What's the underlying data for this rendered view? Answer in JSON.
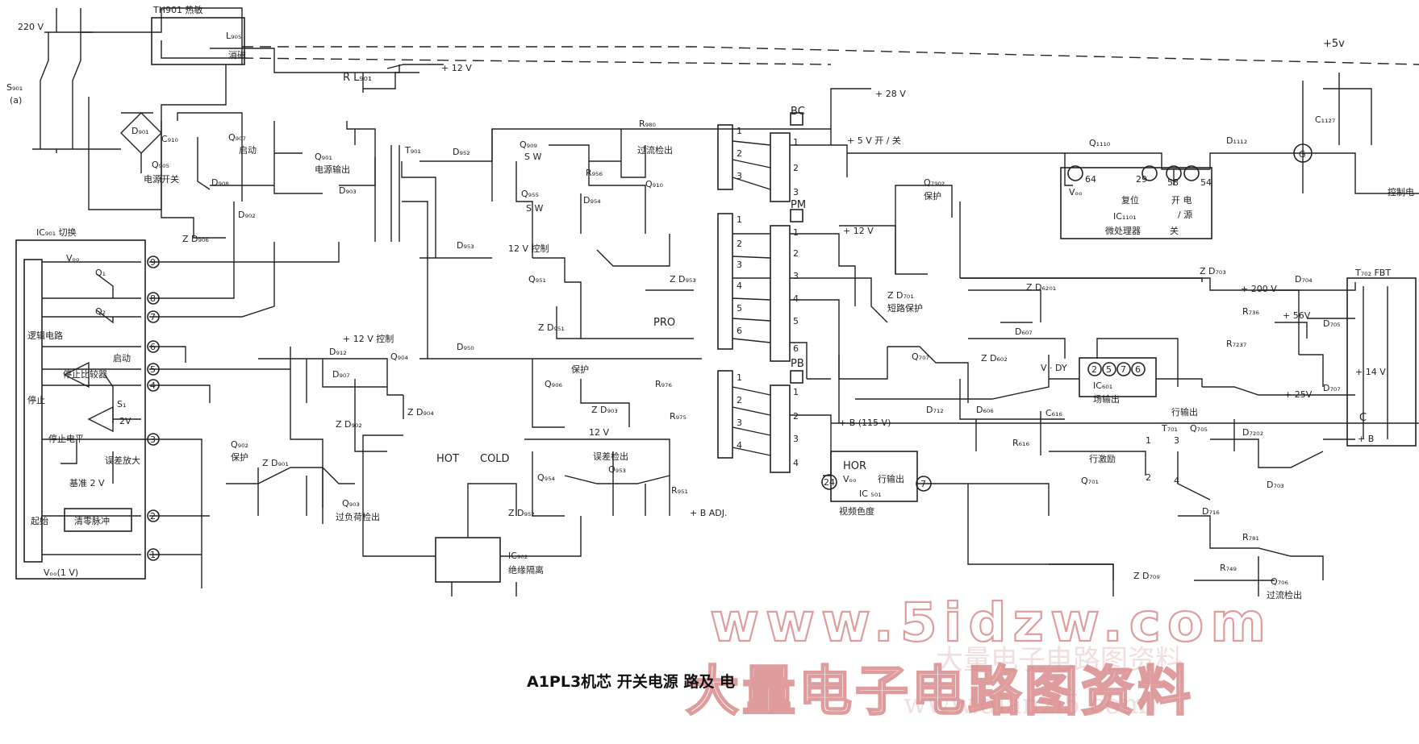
{
  "caption": "A1PL3机芯  开关电源    路及     电",
  "watermark": {
    "url": "www.5idzw.com",
    "cn": "大量电子电路图资料",
    "faint_cn": "大量电子电路图资料",
    "faint_url": "www.dianzi5.com"
  },
  "labels": {
    "v220": "220 V",
    "s901": "S₉₀₁",
    "s901_a": "(a)",
    "th901": "TH901  热敏",
    "l905": "L₉₀₅",
    "degauss": "消磁",
    "rl901": "R L₉₀₁",
    "p12v_top": "+ 12 V",
    "p28v": "+ 28 V",
    "p5v_top": "+5v",
    "d901": "D₉₀₁",
    "c910": "C₉₁₀",
    "q907": "Q₉₀₇",
    "start1": "启动",
    "q905": "Q₉₀₅",
    "power_switch": "电源开关",
    "d908": "D₉₀₈",
    "d902": "D₉₀₂",
    "zd906": "Z D₉₀₆",
    "q901": "Q₉₀₁",
    "power_out": "电源输出",
    "d903": "D₉₀₃",
    "t901": "T₉₀₁",
    "d952": "D₉₅₂",
    "d953": "D₉₅₃",
    "d950": "D₉₅₀",
    "q909": "Q₉₀₉",
    "sw1": "S W",
    "q955": "Q₉₅₅",
    "sw2": "S W",
    "r980": "R₉₈₀",
    "overcurrent1": "过流检出",
    "r956": "R₉₅₆",
    "q910": "Q₉₁₀",
    "d954": "D₉₅₄",
    "ctrl12": "12 V  控制",
    "q951": "Q₉₅₁",
    "zd951": "Z D₉₅₁",
    "zd953": "Z D₉₅₃",
    "pro": "PRO",
    "bc": "BC",
    "pm": "PM",
    "pb": "PB",
    "ic901": "IC₉₀₁   切换",
    "vcc_in": "Vₒₒ",
    "q1": "Q₁",
    "q2": "Q₂",
    "logic": "逻辑电路",
    "stop": "停止",
    "start2": "启动",
    "stop_cmp": "停止比较器",
    "s1": "S₁",
    "v2": "2V",
    "stop_level": "停止电平",
    "ref2v": "基准 2 V",
    "err_amp": "误差放大",
    "zero_pulse": "清零脉冲",
    "osc": "起始",
    "vcc_1v": "Vₒₒ(1 V)",
    "p12v_ctrl": "+ 12 V  控制",
    "d912": "D₉₁₂",
    "d907": "D₉₀₇",
    "q904": "Q₉₀₄",
    "zd902": "Z D₉₀₂",
    "zd904": "Z D₉₀₄",
    "q902": "Q₉₀₂",
    "protect1": "保护",
    "zd901": "Z D₉₀₁",
    "q903": "Q₉₀₃",
    "overload": "过负荷检出",
    "hot": "HOT",
    "cold": "COLD",
    "ic902": "IC₉₀₂",
    "isolation": "绝缘隔离",
    "q906": "Q₉₀₆",
    "protect2": "保护",
    "zd903": "Z D₉₀₃",
    "r976": "R₉₇₆",
    "r975": "R₉₇₅",
    "p12v_mid": "12 V",
    "err_det": "误差检出",
    "q954": "Q₉₅₄",
    "q953": "Q₉₅₃",
    "zd952": "Z D₉₅₂",
    "r951": "R₉₅₁",
    "badj": "+ B ADJ.",
    "p5v_sw": "+ 5 V    开 / 关",
    "q1110": "Q₁₁₁₀",
    "d1112": "D₁₁₁₂",
    "c1127": "C₁₁₂₇",
    "ctrl_elec": "控制电",
    "vcc_ic": "Vₒₒ",
    "reset": "复位",
    "ic1101": "IC₁₁₀₁",
    "micro": "微处理器",
    "on_power": "开   电",
    "slash_src": "/    源",
    "off": "关",
    "q7902": "Q₇₉₀₂",
    "protect3": "保护",
    "p12v_r": "+ 12 V",
    "zd701": "Z D₇₀₁",
    "short_protect": "短路保护",
    "q707": "Q₇₀₇",
    "d712": "D₇₁₂",
    "zd6201": "Z D₆₂₀₁",
    "d607": "D₆₀₇",
    "zd602": "Z D₆₀₂",
    "vdy": "V · DY",
    "ic601": "IC₆₀₁",
    "field_out": "场输出",
    "c616": "C₆₁₆",
    "d606": "D₆₀₆",
    "r616": "R₆₁₆",
    "b115": "+ B (115 V)",
    "hor": "HOR",
    "vcc_501": "Vₒₒ",
    "line_out": "行输出",
    "ic501": "IC ₅₀₁",
    "video_chroma": "视频色度",
    "zd703": "Z D₇₀₃",
    "d704": "D₇₀₄",
    "t702": "T₇₀₂  FBT",
    "p200v": "+ 200 V",
    "r736": "R₇₃₆",
    "p56v": "+ 56V",
    "d705": "D₇₀₅",
    "r7237": "R₇₂₃₇",
    "p14v": "+ 14 V",
    "p25v": "+ 25V",
    "d707": "D₇₀₇",
    "line_out2": "行输出",
    "c_lbl": "C",
    "pb_lbl": "+ B",
    "t701": "T₇₀₁",
    "q705": "Q₇₀₅",
    "d7202": "D₇₂₀₂",
    "line_drive": "行激励",
    "q701": "Q₇₀₁",
    "d703": "D₇₀₃",
    "d716": "D₇₁₆",
    "r781": "R₇₈₁",
    "r749": "R₇₄₉",
    "zd709": "Z D₇₀₉",
    "q706": "Q₇₀₆",
    "overcurrent2": "过流检出"
  },
  "pins": {
    "p9": "9",
    "p8": "8",
    "p7": "7",
    "p6": "6",
    "p5": "5",
    "p4": "4",
    "p3": "3",
    "p2": "2",
    "p1": "1",
    "ic_64": "64",
    "ic_29": "29",
    "ic_58": "58",
    "ic_54": "54",
    "ic601_2": "2",
    "ic601_5": "5",
    "ic601_7": "7",
    "ic601_6": "6",
    "ic501_24": "24",
    "ic501_7": "7",
    "t701_1": "1",
    "t701_3": "3",
    "t701_2": "2",
    "t701_4": "4",
    "g": "G",
    "c1_1": "1",
    "c1_2": "2",
    "c1_3": "3",
    "c2_1": "1",
    "c2_2": "2",
    "c2_3": "3",
    "c2_4": "4",
    "c2_5": "5",
    "c2_6": "6",
    "c3_1": "1",
    "c3_2": "2",
    "c3_3": "3",
    "c3_4": "4",
    "bc_1": "1",
    "bc_2": "2",
    "bc_3": "3",
    "pm_1": "1",
    "pm_2": "2",
    "pm_3": "3",
    "pm_4": "4",
    "pm_5": "5",
    "pm_6": "6",
    "pb_1": "1",
    "pb_2": "2",
    "pb_3": "3",
    "pb_4": "4"
  }
}
